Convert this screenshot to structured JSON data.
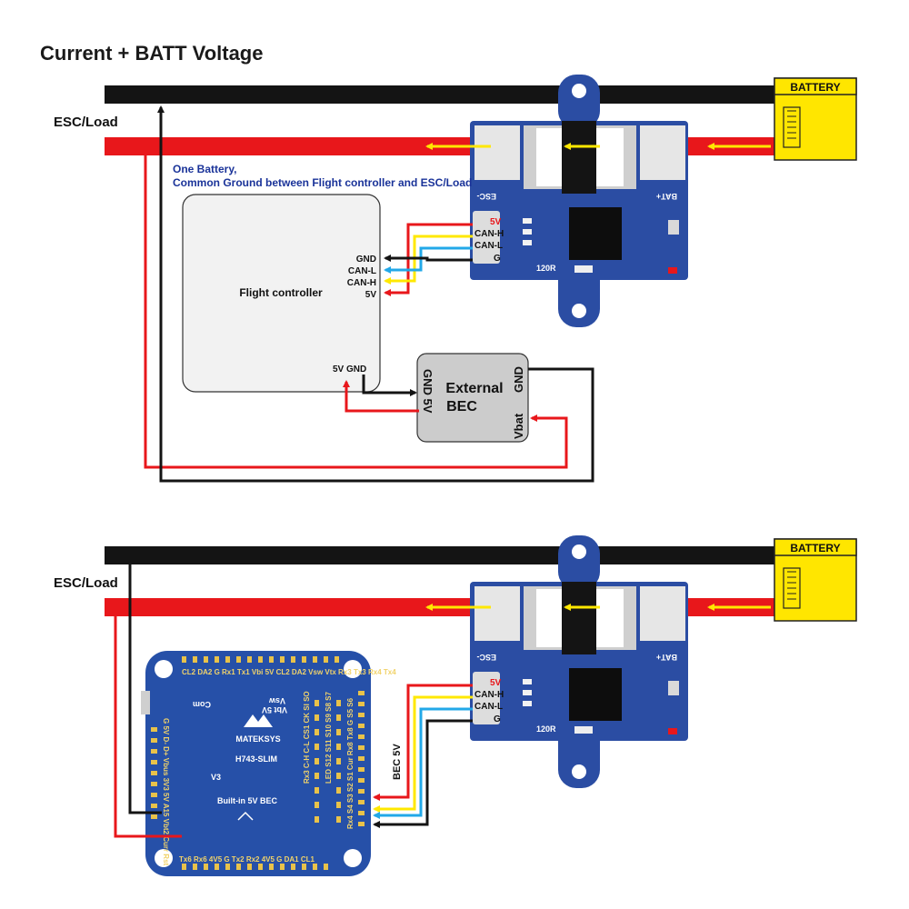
{
  "title": "Current + BATT Voltage",
  "colors": {
    "positive": "#e8171b",
    "negative": "#141414",
    "can_h": "#ffe800",
    "can_l": "#22a8e8",
    "battery": "#ffe600",
    "pcb": "#2b4da3",
    "fc_pcb": "#2650a8"
  },
  "top": {
    "esc_label": "ESC/Load",
    "battery_label": "BATTERY",
    "note_line1": "One Battery,",
    "note_line2": "Common Ground between Flight controller and ESC/Load",
    "fc_label": "Flight controller",
    "fc_pins": [
      "GND",
      "CAN-L",
      "CAN-H",
      "5V"
    ],
    "fc_power": "5V GND",
    "bec_title_1": "External",
    "bec_title_2": "BEC",
    "bec_left": "GND 5V",
    "bec_right_gnd": "GND",
    "bec_right_vbat": "Vbat",
    "sensor_pins": [
      "5V",
      "CAN-H",
      "CAN-L",
      "G"
    ],
    "sensor_silk_esc": "ESC-",
    "sensor_silk_bat": "BAT+",
    "sensor_resistor": "120R"
  },
  "bottom": {
    "esc_label": "ESC/Load",
    "battery_label": "BATTERY",
    "brand": "MATEKSYS",
    "model": "H743-SLIM",
    "version": "V3",
    "bec_note": "Built-in 5V BEC",
    "bec_wire_label": "BEC 5V",
    "sensor_pins": [
      "5V",
      "CAN-H",
      "CAN-L",
      "G"
    ],
    "sensor_silk_esc": "ESC-",
    "sensor_silk_bat": "BAT+",
    "sensor_resistor": "120R",
    "fc_bottom_pads": "Tx6 Rx6 4V5 G Tx2 Rx2 4V5 G DA1 CL1",
    "fc_top_pads": "CL2 DA2 G Rx1 Tx1 Vbi 5V CL2 DA2 Vsw Vtx Rx3 Tx3 Rx4 Tx4",
    "fc_left_pads": "G 5V D- D+ Vbus 3V3 5V A15 Vbt2 Curr Rst",
    "fc_right_pads": "Rx4 S4 S3 S2 S1 Cur Rx8 Tx8 G S5 S6",
    "fc_inner_pads_1": "LED S12 S11 S10 S9 S8 S7",
    "fc_inner_pads_2": "Rx3 C-H C-L CS1 CK SI SO",
    "fc_vsw": "Vsw",
    "fc_vbt": "Vbt 5V",
    "fc_com": "Com"
  }
}
